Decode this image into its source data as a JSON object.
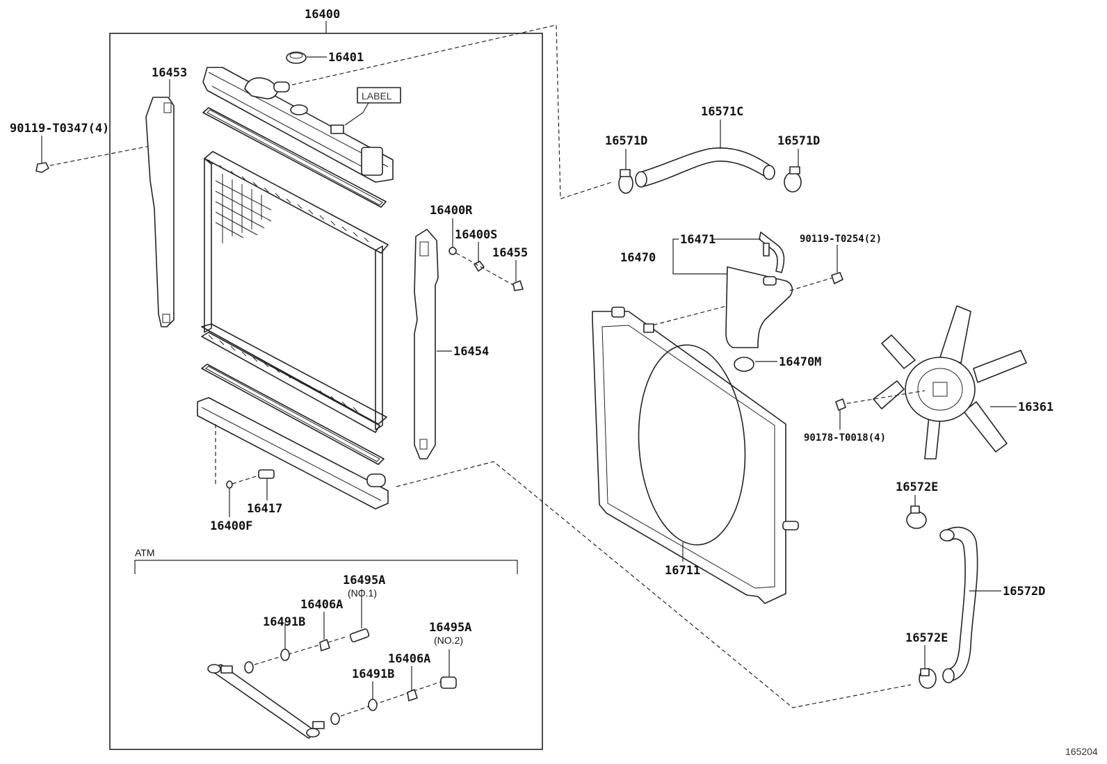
{
  "diagram": {
    "illustration_id": "165204",
    "group_note": "ATM",
    "label_box": "LABEL"
  },
  "parts": {
    "p16400": "16400",
    "p16401": "16401",
    "p16453": "16453",
    "p90119_t0347": "90119-T0347(4)",
    "p16400r": "16400R",
    "p16400s": "16400S",
    "p16455": "16455",
    "p16454": "16454",
    "p16417": "16417",
    "p16400f": "16400F",
    "p16495a_1": "16495A",
    "p16495a_1_note": "(NO.1)",
    "p16406a_1": "16406A",
    "p16491b_1": "16491B",
    "p16495a_2": "16495A",
    "p16495a_2_note": "(NO.2)",
    "p16406a_2": "16406A",
    "p16491b_2": "16491B",
    "p16571c": "16571C",
    "p16571d_l": "16571D",
    "p16571d_r": "16571D",
    "p16471": "16471",
    "p16470": "16470",
    "p90119_t0254": "90119-T0254(2)",
    "p16470m": "16470M",
    "p16361": "16361",
    "p90178_t0018": "90178-T0018(4)",
    "p16711": "16711",
    "p16572e_top": "16572E",
    "p16572d": "16572D",
    "p16572e_bot": "16572E"
  }
}
